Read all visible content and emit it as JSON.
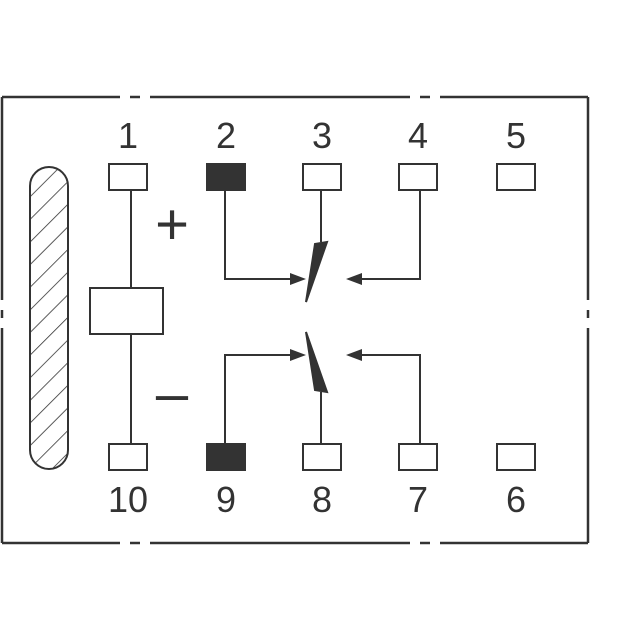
{
  "pins_top": [
    {
      "label": "1",
      "filled": false
    },
    {
      "label": "2",
      "filled": true
    },
    {
      "label": "3",
      "filled": false
    },
    {
      "label": "4",
      "filled": false
    },
    {
      "label": "5",
      "filled": false
    }
  ],
  "pins_bottom": [
    {
      "label": "10",
      "filled": false
    },
    {
      "label": "9",
      "filled": true
    },
    {
      "label": "8",
      "filled": false
    },
    {
      "label": "7",
      "filled": false
    },
    {
      "label": "6",
      "filled": false
    }
  ],
  "coil": {
    "plus_sign": "+",
    "minus_sign": "–"
  },
  "colors": {
    "line": "#333333",
    "fill": "#333333",
    "background": "#ffffff"
  }
}
